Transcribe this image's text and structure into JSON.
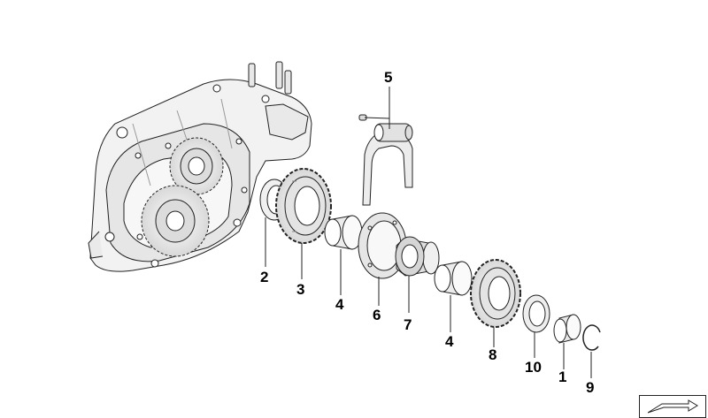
{
  "callouts": [
    {
      "id": "c2",
      "text": "2"
    },
    {
      "id": "c3",
      "text": "3"
    },
    {
      "id": "c4a",
      "text": "4"
    },
    {
      "id": "c6",
      "text": "6"
    },
    {
      "id": "c7",
      "text": "7"
    },
    {
      "id": "c4b",
      "text": "4"
    },
    {
      "id": "c8",
      "text": "8"
    },
    {
      "id": "c10",
      "text": "10"
    },
    {
      "id": "c1",
      "text": "1"
    },
    {
      "id": "c9",
      "text": "9"
    },
    {
      "id": "c5",
      "text": "5"
    }
  ],
  "icons": {
    "corner": "arrow-sheet-icon"
  },
  "colors": {
    "line": "#222222",
    "part_fill": "#eeeeee",
    "shade": "#bbbbbb",
    "background": "#ffffff"
  }
}
